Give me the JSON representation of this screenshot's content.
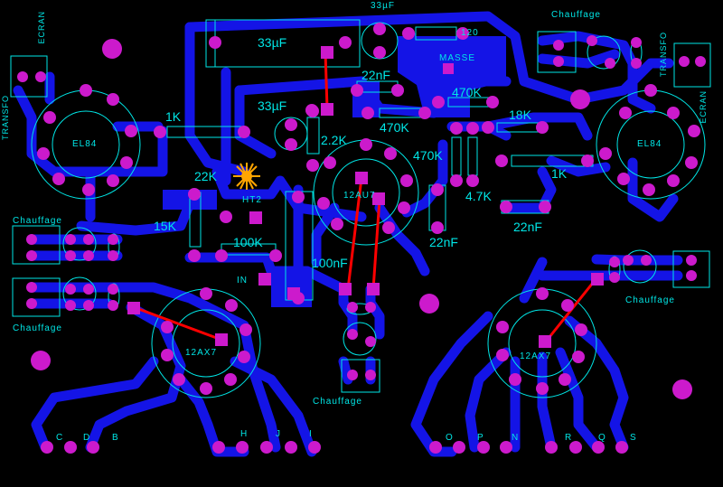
{
  "title_top": "33µF",
  "caps": {
    "c33_big": "33µF",
    "c33_small": "33µF",
    "c22n_top": "22nF",
    "c22n_right": "22nF",
    "c22n_mid": "22nF",
    "c100n": "100nF"
  },
  "resistors": {
    "r1k_left": "1K",
    "r1k_right": "1K",
    "r2k2": "2.2K",
    "r22k": "22K",
    "r15k": "15K",
    "r100k": "100K",
    "r470k_a": "470K",
    "r470k_b": "470K",
    "r470k_c": "470K",
    "r18k": "18K",
    "r4k7": "4.7K",
    "r120": "120"
  },
  "tubes": {
    "el84_left": "EL84",
    "el84_right": "EL84",
    "v12au7": "12AU7",
    "v12ax7_left": "12AX7",
    "v12ax7_right": "12AX7"
  },
  "labels": {
    "masse": "MASSE",
    "ht2": "HT2",
    "in": "IN",
    "transfo": "TRANSFO",
    "ecran": "ECRAN",
    "chauffage": "Chauffage"
  },
  "connectors": [
    "C",
    "D",
    "B",
    "H",
    "J",
    "I",
    "O",
    "P",
    "N",
    "R",
    "Q",
    "S"
  ],
  "colors": {
    "copper": "#1414e6",
    "pad": "#cc1acc",
    "silk": "#00e6e6",
    "jumper": "#ff0000",
    "background": "#000000"
  }
}
